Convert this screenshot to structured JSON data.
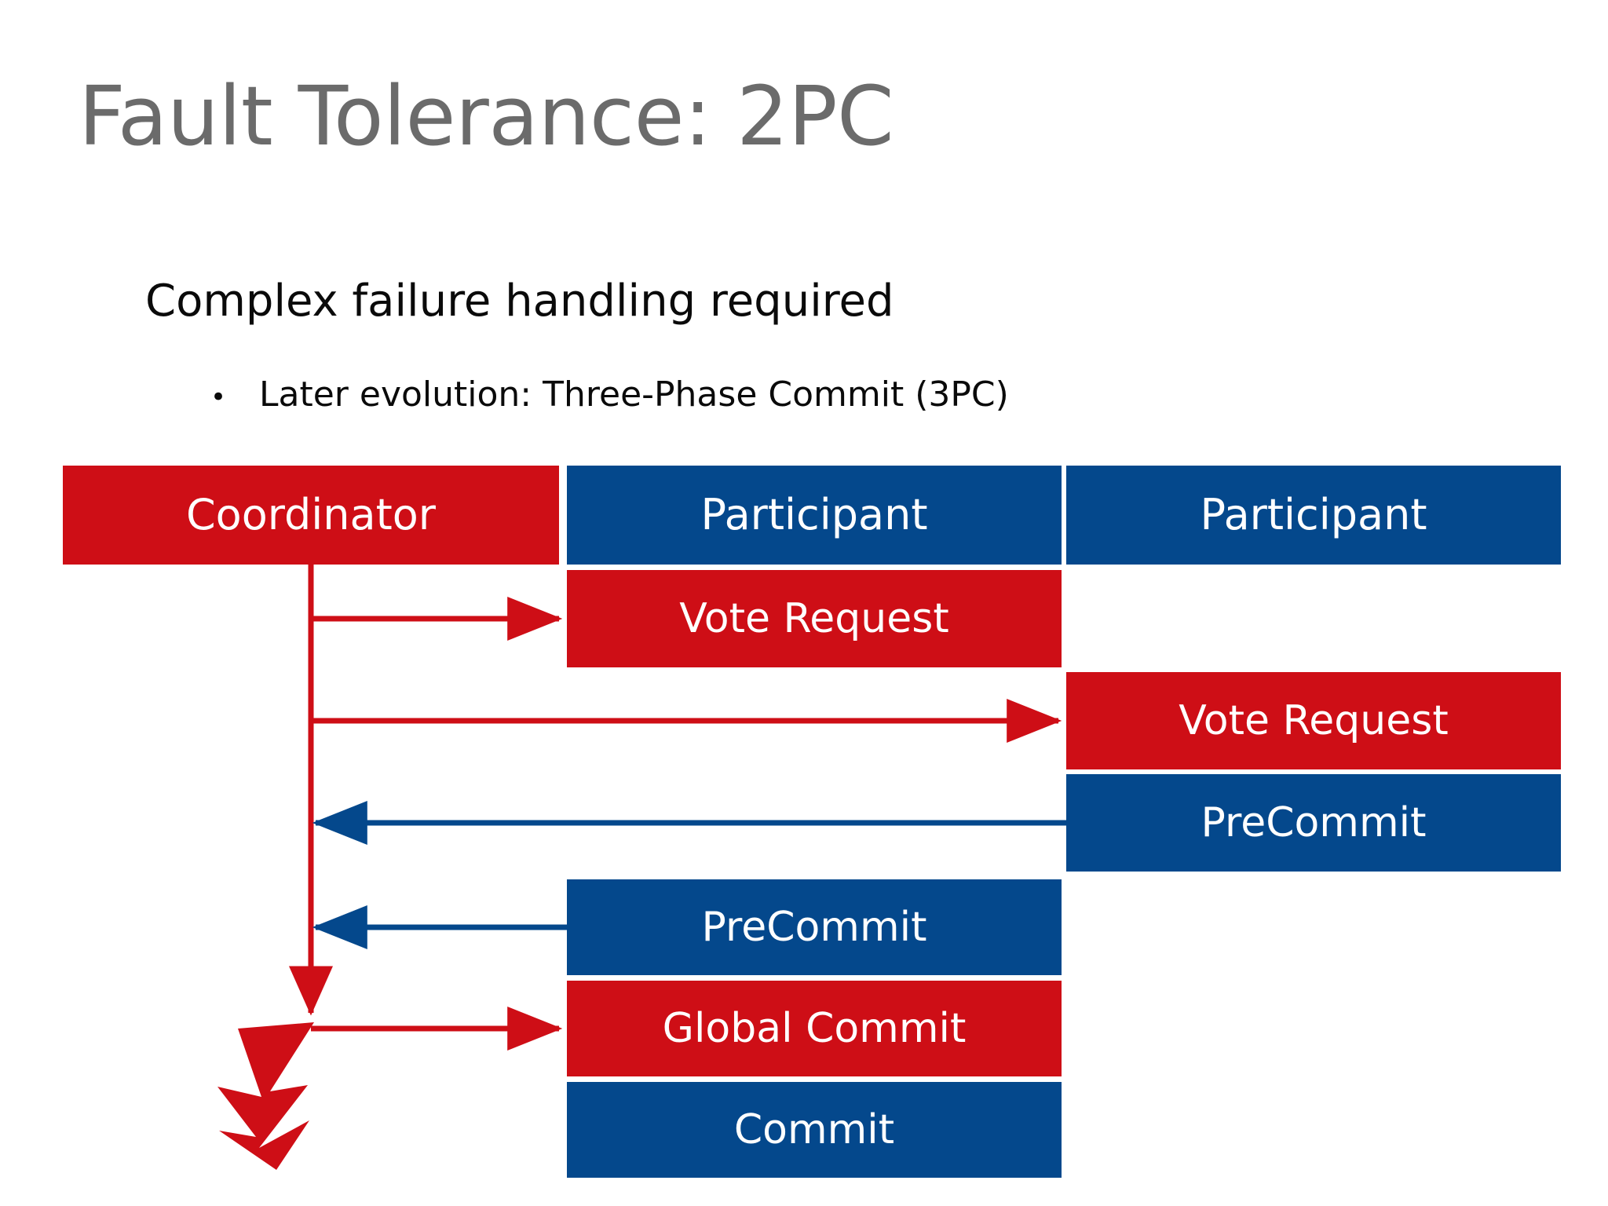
{
  "slide": {
    "title": "Fault Tolerance: 2PC",
    "body": {
      "level1": "Complex failure handling required",
      "bullet_mark": "•",
      "level2": "Later evolution: Three-Phase Commit (3PC)"
    }
  },
  "colors": {
    "title_gray": "#6B6B6B",
    "body_black": "#0A0A0A",
    "red": "#CE0E16",
    "blue": "#04488C",
    "background": "#FFFFFF"
  },
  "diagram": {
    "type": "sequence-diagram",
    "columns": [
      {
        "id": "coordinator",
        "label": "Coordinator",
        "color": "red"
      },
      {
        "id": "participant-1",
        "label": "Participant",
        "color": "blue"
      },
      {
        "id": "participant-2",
        "label": "Participant",
        "color": "blue"
      }
    ],
    "messages": [
      {
        "id": "vote-request-p1",
        "label": "Vote Request",
        "color": "red",
        "column": "participant-1"
      },
      {
        "id": "vote-request-p2",
        "label": "Vote Request",
        "color": "red",
        "column": "participant-2"
      },
      {
        "id": "precommit-p2",
        "label": "PreCommit",
        "color": "blue",
        "column": "participant-2"
      },
      {
        "id": "precommit-p1",
        "label": "PreCommit",
        "color": "blue",
        "column": "participant-1"
      },
      {
        "id": "global-commit-p1",
        "label": "Global Commit",
        "color": "red",
        "column": "participant-1"
      },
      {
        "id": "commit-p1",
        "label": "Commit",
        "color": "blue",
        "column": "participant-1"
      }
    ],
    "arrows": [
      {
        "id": "arrow-vote-request-p1",
        "direction": "right",
        "color": "red",
        "from": "coordinator",
        "to": "participant-1"
      },
      {
        "id": "arrow-vote-request-p2",
        "direction": "right",
        "color": "red",
        "from": "coordinator",
        "to": "participant-2"
      },
      {
        "id": "arrow-precommit-p2",
        "direction": "left",
        "color": "blue",
        "from": "participant-2",
        "to": "coordinator"
      },
      {
        "id": "arrow-precommit-p1",
        "direction": "left",
        "color": "blue",
        "from": "participant-1",
        "to": "coordinator"
      },
      {
        "id": "arrow-global-commit-p1",
        "direction": "right",
        "color": "red",
        "from": "coordinator",
        "to": "participant-1"
      }
    ],
    "annotations": [
      {
        "id": "crash-bolt",
        "kind": "lightning-bolt",
        "color": "red",
        "meaning": "coordinator-crash"
      }
    ]
  }
}
